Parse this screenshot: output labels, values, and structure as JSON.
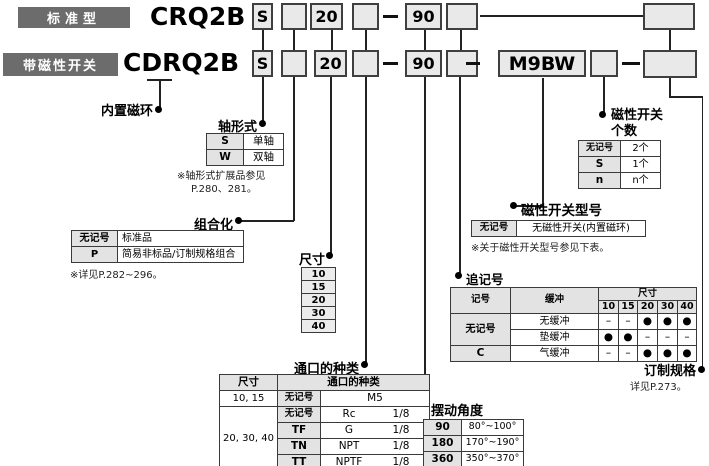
{
  "colors": {
    "badge_bg": "#6c6c6c",
    "box_fill": "#e9e9e9",
    "box_border": "#3f3f3f",
    "header_cell_bg": "#e3e3e3",
    "line": "#222222"
  },
  "model_rows": {
    "standard": {
      "badge": "标准型",
      "code": "CRQ2B",
      "shaft": "S",
      "size": "20",
      "angle": "90"
    },
    "with_switch": {
      "badge": "带磁性开关",
      "code": "CDRQ2B",
      "shaft": "S",
      "size": "20",
      "angle": "90",
      "switch_model": "M9BW"
    },
    "separator": "-"
  },
  "labels": {
    "built_in_magnet": "内置磁环",
    "shaft_type": "轴形式",
    "combination": "组合化",
    "size": "尺寸",
    "port_type": "通口的种类",
    "rotation_angle": "摆动角度",
    "suffix": "追记号",
    "switch_qty_line1": "磁性开关",
    "switch_qty_line2": "个数",
    "switch_model": "磁性开关型号",
    "custom_spec": "订制规格"
  },
  "shaft_table": {
    "rows": [
      {
        "code": "S",
        "desc": "单轴"
      },
      {
        "code": "W",
        "desc": "双轴"
      }
    ],
    "note_line1": "※轴形式扩展品参见",
    "note_line2": "P.280、281。"
  },
  "combination_table": {
    "rows": [
      {
        "code": "无记号",
        "desc": "标准品"
      },
      {
        "code": "P",
        "desc": "简易非标品/订制规格组合"
      }
    ],
    "note": "※详见P.282~296。"
  },
  "size_table": {
    "values": [
      "10",
      "15",
      "20",
      "30",
      "40"
    ]
  },
  "port_table": {
    "header_size": "尺寸",
    "header_type": "通口的种类",
    "m5_size": "10, 15",
    "m5_code": "无记号",
    "m5_value": "M5",
    "group_size": "20, 30, 40",
    "rows": [
      {
        "code": "无记号",
        "thread": "Rc",
        "frac": "1/8"
      },
      {
        "code": "TF",
        "thread": "G",
        "frac": "1/8"
      },
      {
        "code": "TN",
        "thread": "NPT",
        "frac": "1/8"
      },
      {
        "code": "TT",
        "thread": "NPTF",
        "frac": "1/8"
      }
    ]
  },
  "rotation_table": {
    "rows": [
      {
        "code": "90",
        "range": "80°~100°"
      },
      {
        "code": "180",
        "range": "170°~190°"
      },
      {
        "code": "360",
        "range": "350°~370°"
      }
    ]
  },
  "suffix_table": {
    "header_sign": "记号",
    "header_buffer": "缓冲",
    "header_size": "尺寸",
    "sizes": [
      "10",
      "15",
      "20",
      "30",
      "40"
    ],
    "rows": [
      {
        "sign": "无记号",
        "buffer": "无缓冲",
        "cells": [
          "–",
          "–",
          "●",
          "●",
          "●"
        ]
      },
      {
        "buffer": "垫缓冲",
        "cells": [
          "●",
          "●",
          "–",
          "–",
          "–"
        ]
      },
      {
        "sign": "C",
        "buffer": "气缓冲",
        "cells": [
          "–",
          "–",
          "●",
          "●",
          "●"
        ]
      }
    ]
  },
  "switch_qty_table": {
    "rows": [
      {
        "code": "无记号",
        "desc": "2个"
      },
      {
        "code": "S",
        "desc": "1个"
      },
      {
        "code": "n",
        "desc": "n个"
      }
    ]
  },
  "switch_model_table": {
    "code": "无记号",
    "desc": "无磁性开关(内置磁环)",
    "note": "※关于磁性开关型号参见下表。"
  },
  "custom_spec_note": "详见P.273。"
}
